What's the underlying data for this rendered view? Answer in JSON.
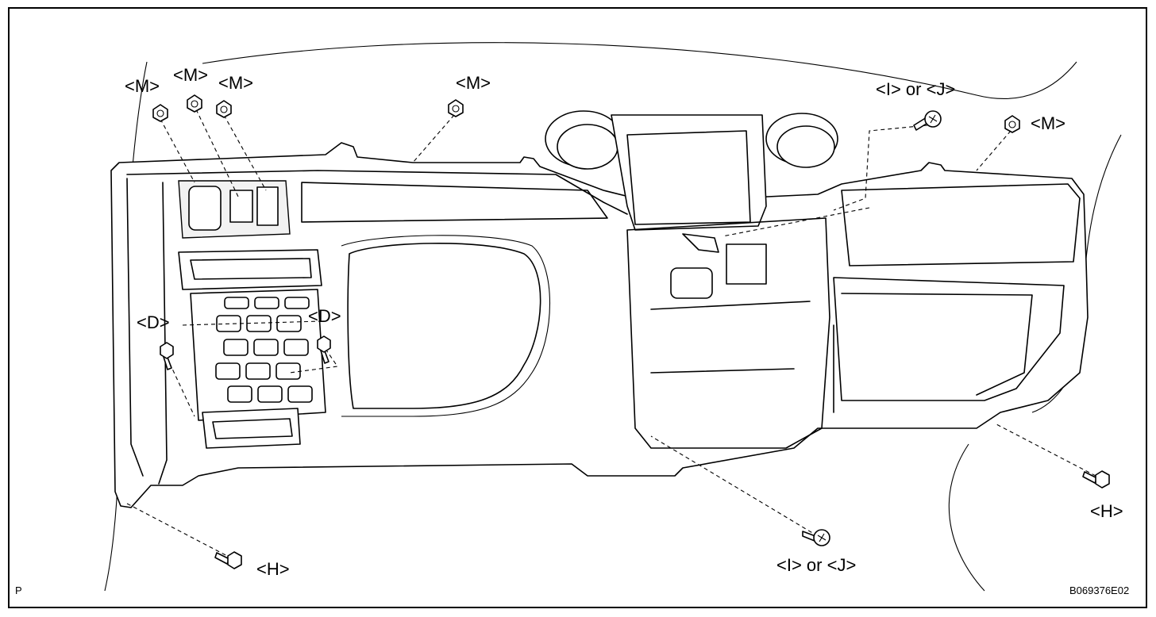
{
  "callouts": {
    "m1": "<M>",
    "m2": "<M>",
    "m3": "<M>",
    "m4": "<M>",
    "m5": "<M>",
    "ij_top": "<I> or <J>",
    "ij_bottom": "<I> or <J>",
    "d_left": "<D>",
    "d_right": "<D>",
    "h_left": "<H>",
    "h_right": "<H>"
  },
  "corner_mark": "P",
  "figure_code": "B069376E02",
  "icons": [
    "nut-icon",
    "bolt-icon",
    "screw-icon"
  ]
}
